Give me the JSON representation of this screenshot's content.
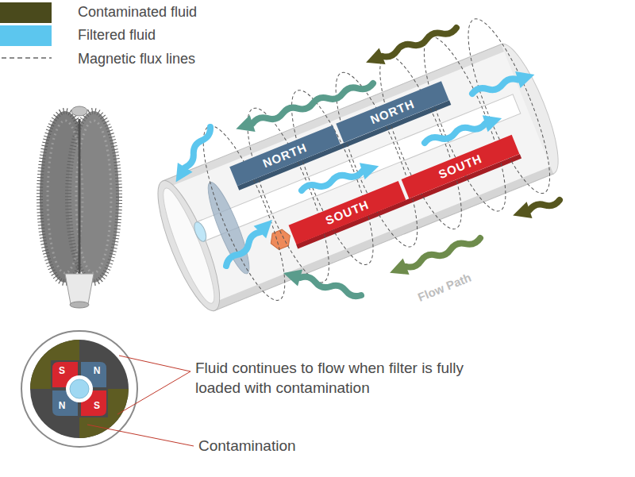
{
  "diagram": {
    "nodes": [
      {
        "text": [
          "NORTH"
        ]
      },
      {
        "text": [
          "NORTH"
        ]
      },
      {
        "text": [
          "SOUTH"
        ]
      },
      {
        "text": [
          "SOUTH"
        ]
      }
    ],
    "labels": [
      "Flow Path",
      "S",
      "N",
      "N",
      "S",
      "Fluid continues to flow when filter is fully loaded with contamination",
      "Contamination"
    ],
    "legend": [
      {
        "text": "Contaminated fluid",
        "color": "#4a4a1c"
      },
      {
        "text": "Filtered fluid",
        "color": "#5cc6ee"
      },
      {
        "text": "Magnetic flux lines"
      }
    ]
  }
}
